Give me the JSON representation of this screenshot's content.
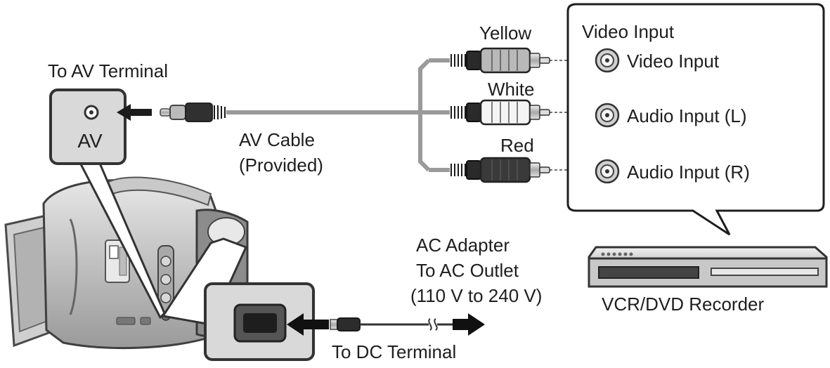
{
  "av_terminal": {
    "caption": "To AV Terminal",
    "jack_label": "AV"
  },
  "av_cable": {
    "line1": "AV Cable",
    "line2": "(Provided)"
  },
  "plugs": {
    "yellow": "Yellow",
    "white": "White",
    "red": "Red"
  },
  "recorder": {
    "panel_title": "Video Input",
    "inputs": [
      "Video Input",
      "Audio Input (L)",
      "Audio Input (R)"
    ],
    "device_label": "VCR/DVD Recorder"
  },
  "ac_adapter": {
    "line1": "AC Adapter",
    "line2": "To AC Outlet",
    "line3": "(110 V to 240 V)"
  },
  "dc_terminal": {
    "caption": "To DC Terminal"
  },
  "colors": {
    "yellow_plug": "#b9b9b9",
    "white_plug": "#f4f4f4",
    "red_plug": "#3a3a3a",
    "panel_fill": "#d9d9d9",
    "cable": "#9a9a9a"
  }
}
